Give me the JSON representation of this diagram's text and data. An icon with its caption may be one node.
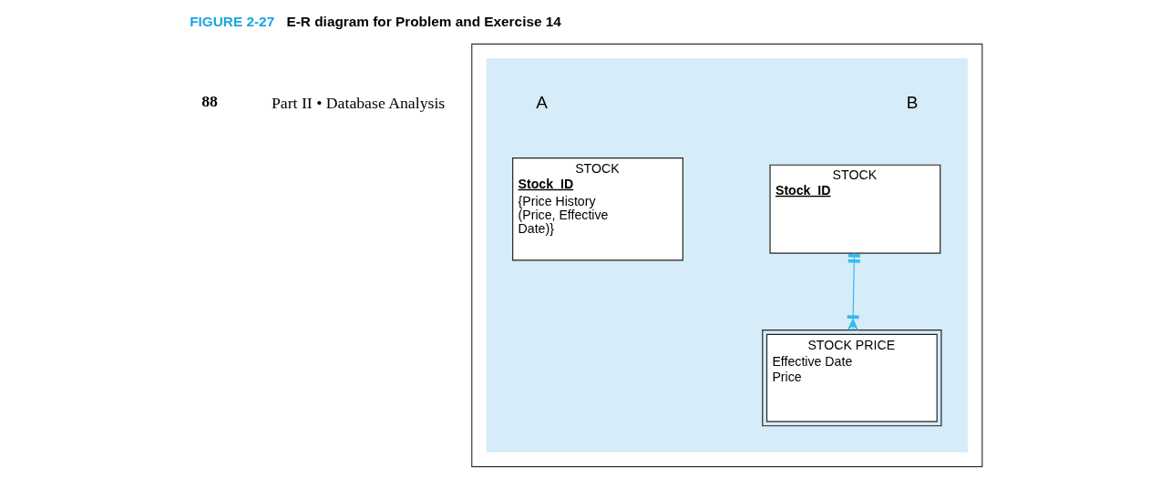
{
  "diagram": {
    "caption": "FIGURE 2-27 E-R diagram for Problem and Exercise 14",
    "nodes": [
      {
        "text": [],
        "shape": "box"
      },
      {
        "text": [],
        "shape": "box",
        "in": 0
      },
      {
        "text": [
          "STOCK",
          "Stock_ID",
          "{Price History (Price, Effective Date)}"
        ],
        "in": 1
      },
      {
        "text": [
          "STOCK",
          "Stock_ID"
        ],
        "in": 1
      },
      {
        "text": [
          "STOCK PRICE",
          "Effective Date",
          "Price"
        ],
        "in": 1
      }
    ],
    "edges": [
      {
        "from": 3,
        "to": 4,
        "arrow": "other",
        "color": "#33bbee"
      }
    ],
    "labels": [
      "88",
      "Part II • Database Analysis",
      "A",
      "B"
    ]
  }
}
